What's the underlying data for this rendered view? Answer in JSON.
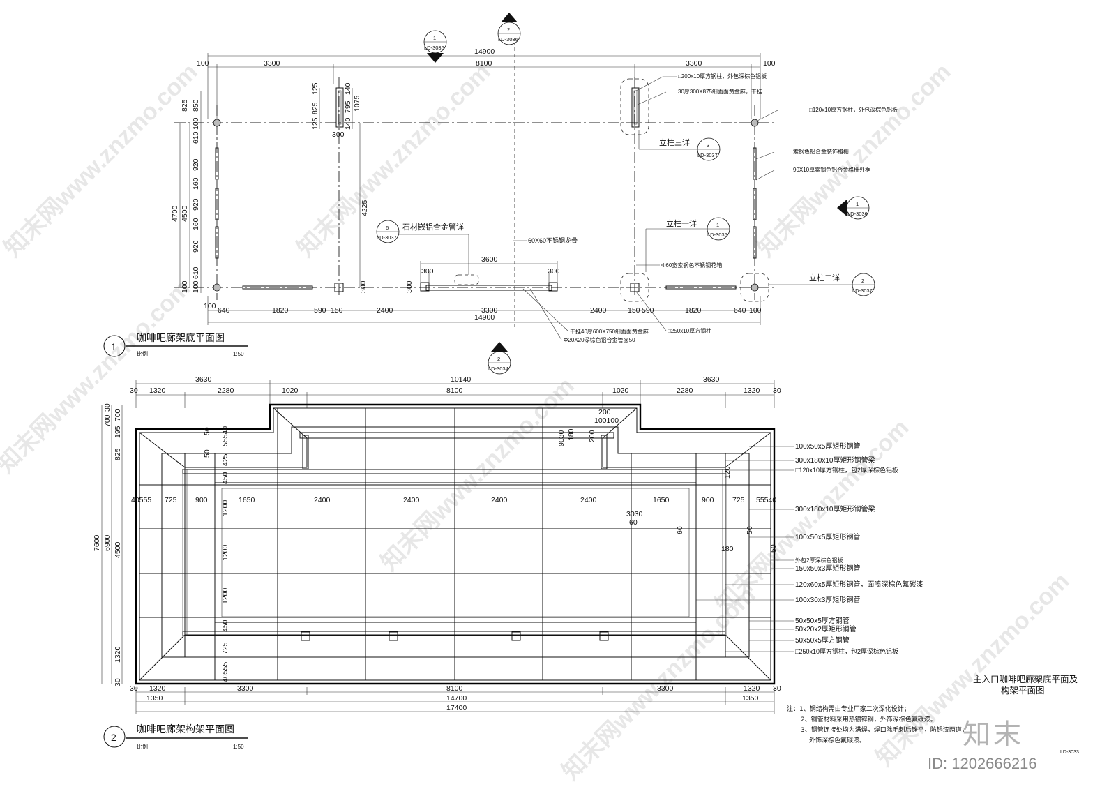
{
  "plan1": {
    "title": "咖啡吧廊架底平面图",
    "number": "1",
    "scale_label": "比例",
    "scale": "1:50",
    "dims_top": {
      "total": "14900",
      "left": "3300",
      "mid": "8100",
      "right": "3300",
      "edge_l": "100",
      "edge_r": "100"
    },
    "dims_bottom": {
      "total": "14900",
      "a": "100",
      "b": "640",
      "c": "1820",
      "d": "590",
      "e": "150",
      "f": "2400",
      "g": "3300",
      "h": "2400",
      "i": "150",
      "j": "590",
      "k": "1820",
      "l": "640",
      "m": "100"
    },
    "dims_left": {
      "total": "4700",
      "sub": "4500",
      "s1": "825",
      "s2": "850",
      "s3": "100",
      "s4": "610",
      "s5": "920",
      "s6": "160",
      "s7": "920",
      "s8": "160",
      "s9": "920",
      "s10": "610",
      "s11": "100",
      "s12": "100"
    },
    "dims_mid": {
      "h": "4225",
      "a": "125",
      "b": "825",
      "c": "125",
      "d": "795",
      "e": "140",
      "f": "1075",
      "g": "140",
      "w": "300"
    },
    "dims_pipe": {
      "w": "3600",
      "a": "300",
      "b": "300",
      "c": "300"
    },
    "callouts": {
      "c1": "□200x10厚方钢柱，外包深棕色铝板",
      "c2": "30厚300X875细面面黄金麻，干挂",
      "c3": "□120x10厚方钢柱，外包深棕色铝板",
      "c4": "索钢色铝合金装饰格栅",
      "c5": "90X10厚索钢色铝合金格栅外框",
      "c6": "60X60不锈钢龙骨",
      "c7": "Φ60宽索钢色不锈钢花箱",
      "c8": "干挂40厚600X750细面面黄金麻",
      "c9": "Φ20X20深棕色铝合金管@50",
      "c10": "□250x10厚方钢柱",
      "d3": "立柱三详",
      "d1": "立柱一详",
      "d2": "立柱二详",
      "d6": "石材嵌铝合金管详"
    },
    "bubbles": [
      {
        "n": "1",
        "ref": "LD-3036"
      },
      {
        "n": "2",
        "ref": "LD-3036"
      },
      {
        "n": "3",
        "ref": "LD-3037"
      },
      {
        "n": "1",
        "ref": "LD-3036"
      },
      {
        "n": "6",
        "ref": "LD-3037"
      },
      {
        "n": "1",
        "ref": "LD-3036"
      },
      {
        "n": "2",
        "ref": "LD-3037"
      },
      {
        "n": "2",
        "ref": "LD-3034"
      }
    ]
  },
  "plan2": {
    "title": "咖啡吧廊架构架平面图",
    "number": "2",
    "scale_label": "比例",
    "scale": "1:50",
    "dims_top1": {
      "a": "3630",
      "b": "10140",
      "c": "3630"
    },
    "dims_top2": {
      "a": "30",
      "b": "1320",
      "c": "2280",
      "d": "1020",
      "e": "8100",
      "f": "1020",
      "g": "2280",
      "h": "1320",
      "i": "30"
    },
    "dims_bot1": {
      "a": "30",
      "b": "1320",
      "c": "3300",
      "d": "8100",
      "e": "3300",
      "f": "1320",
      "g": "30"
    },
    "dims_bot2": {
      "a": "1350",
      "b": "14700",
      "c": "1350"
    },
    "dims_bot3": {
      "total": "17400"
    },
    "dims_row": {
      "a": "40555",
      "b": "725",
      "c": "900",
      "d": "1650",
      "e": "2400",
      "f": "2400",
      "g": "2400",
      "h": "2400",
      "i": "1650",
      "j": "900",
      "k": "725",
      "l": "55540"
    },
    "dims_left": {
      "total": "7600",
      "sub": "6900",
      "a": "30",
      "b": "700",
      "c": "700",
      "d": "195",
      "e": "825",
      "f": "4500",
      "g": "1320",
      "h": "30"
    },
    "dims_inner": {
      "a": "55540",
      "b": "425",
      "c": "450",
      "d": "1200",
      "e": "1200",
      "f": "1200",
      "g": "450",
      "h": "725",
      "i": "40555",
      "j": "200",
      "k": "100100",
      "l": "9030",
      "m": "180",
      "n": "200",
      "o": "3030",
      "p": "60",
      "q": "60",
      "r": "50",
      "s": "180",
      "t": "120",
      "u": "50",
      "v": "50",
      "w": "50"
    },
    "callouts": {
      "k1": "100x50x5厚矩形钢管",
      "k2": "300x180x10厚矩形钢管梁",
      "k3": "□120x10厚方钢柱，包2厚深棕色铝板",
      "k4": "300x180x10厚矩形钢管梁",
      "k5": "100x50x5厚矩形钢管",
      "k6": "外包2厚深棕色铝板",
      "k7": "150x50x3厚矩形钢管",
      "k8": "120x60x5厚矩形钢管，面喷深棕色氟碳漆",
      "k9": "100x30x3厚矩形钢管",
      "k10": "50x50x5厚方钢管",
      "k11": "50x20x2厚矩形钢管",
      "k12": "50x50x5厚方钢管",
      "k13": "□250x10厚方钢柱，包2厚深棕色铝板"
    }
  },
  "notes": {
    "prefix": "注：",
    "n1": "1、钢结构需由专业厂家二次深化设计；",
    "n2": "2、钢管材料采用热镀锌钢，外饰深棕色氟碳漆。",
    "n3": "3、钢管连接处均为满焊，焊口除毛刺后锉平，防锈漆两道，",
    "n3b": "外饰深棕色氟碳漆。"
  },
  "sheet": {
    "title_line1": "主入口咖啡吧廊架底平面及",
    "title_line2": "构架平面图",
    "brand": "知末",
    "id_text": "ID: 1202666216",
    "page": "LD-3033"
  },
  "watermark": "知末网www.znzmo.com"
}
